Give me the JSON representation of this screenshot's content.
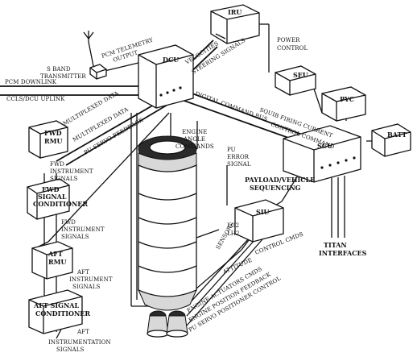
{
  "components": {
    "iru": "IRU",
    "seu": "SEU",
    "pyc": "PYC",
    "batt": "BATT",
    "dcu": "DCU",
    "scu": "SCU",
    "siu": "SIU",
    "fwd_rmu": "FWD RMU",
    "fwd_signal_conditioner": "FWD SIGNAL CONDITIONER",
    "aft_rmu": "AFT RMU",
    "aft_signal_conditioner": "AFT SIGNAL CONDITIONER",
    "s_band_transmitter": "S BAND TRANSMITTER"
  },
  "labels": {
    "pcm_telemetry_output": "PCM TELEMETRY OUTPUT",
    "pcm_downlink": "PCM DOWNLINK",
    "ccls_dcu_uplink": "CCLS/DCU UPLINK",
    "velocities": "VELOCITIES",
    "steering_signals": "STEERING SIGNALS",
    "power_control": "POWER CONTROL",
    "multiplexed_data_1": "MULTIPLEXED DATA",
    "multiplexed_data_2": "MULTIPLEXED DATA",
    "pu_servo_feedback": "PU SERVO FEEDBACK",
    "digital_command_bus": "DIGITAL COMMAND BUS",
    "squib_firing_current": "SQUIB FIRING CURRENT",
    "control_command": "CONTROL COMMAND",
    "engine_angle_commands": "ENGINE ANGLE COMMANDS",
    "pu_error_signal": "PU ERROR SIGNAL",
    "payload_vehicle_sequencing": "PAYLOAD/VEHICLE SEQUENCING",
    "lo2": "LO2",
    "lh2": "LH2",
    "sensors": "SENSORS",
    "control_cmds": "CONTROL CMDS",
    "attitude": "ATTITUDE",
    "engine_actuators_cmds": "ENGINE ACTUATORS CMDS",
    "engine_position_feedback": "ENGINE POSITION FEEDBACK",
    "pu_servo_positioner_control": "PU SERVO POSITIONER CONTROL",
    "titan_interfaces": "TITAN INTERFACES",
    "fwd_instrument_signals": "FWD INSTRUMENT SIGNALS",
    "fwd_instrument_signals_2": "FWD INSTRUMENT SIGNALS",
    "aft_instrument_signals": "AFT INSTRUMENT SIGNALS",
    "aft_instrumentation_signals": "AFT INSTRUMENTATION SIGNALS"
  }
}
